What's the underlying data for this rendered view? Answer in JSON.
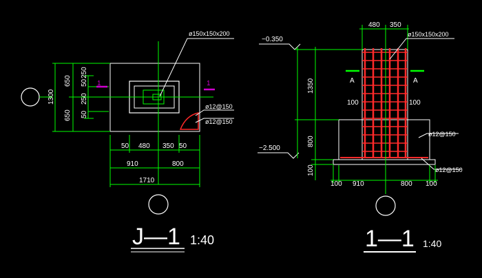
{
  "colors": {
    "background": "#000000",
    "outline": "#ffffff",
    "dimension": "#00ff00",
    "rebar": "#ff2a2a",
    "section_mark": "#d000d0"
  },
  "plan": {
    "title": "J—1",
    "scale": "1:40",
    "callout": "ø150x150x200",
    "rebar_x": "ø12@150",
    "rebar_y": "ø12@150",
    "section_mark": "1",
    "dims_left": [
      "650",
      "50",
      "250",
      "250",
      "50",
      "650",
      "1300"
    ],
    "dims_bottom_row1": [
      "50",
      "480",
      "350",
      "50"
    ],
    "dims_bottom_row2": [
      "910",
      "800"
    ],
    "dims_bottom_total": "1710"
  },
  "section": {
    "title": "1—1",
    "scale": "1:40",
    "callout": "ø150x150x200",
    "top_dims": [
      "480",
      "350"
    ],
    "elev_top": "−0.350",
    "elev_bottom": "−2.500",
    "dims_left": [
      "1350",
      "800",
      "100"
    ],
    "section_labels": [
      "A",
      "A"
    ],
    "side_values": [
      "100",
      "100"
    ],
    "rebar_right_1": "ø12@150",
    "rebar_right_2": "ø12@150",
    "bottom_dims": [
      "100",
      "910",
      "800",
      "100"
    ]
  }
}
